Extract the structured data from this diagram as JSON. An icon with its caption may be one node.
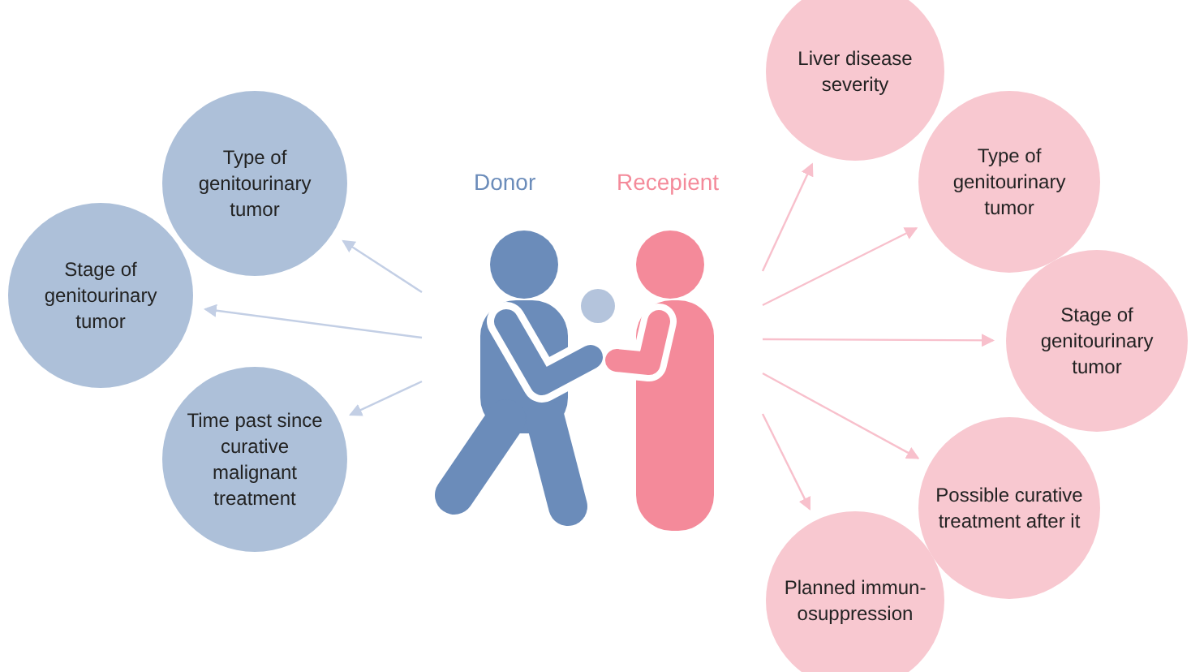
{
  "diagram": {
    "nodes": [
      {
        "text": [
          "Donor"
        ]
      },
      {
        "text": [
          "Recepient"
        ]
      },
      {
        "text": [
          "Type of genitourinary tumor"
        ]
      },
      {
        "text": [
          "Stage of genitourinary tumor"
        ]
      },
      {
        "text": [
          "Time past since curative malignant treatment"
        ]
      },
      {
        "text": [
          "Liver disease severity"
        ]
      },
      {
        "text": [
          "Type of genitourinary tumor"
        ]
      },
      {
        "text": [
          "Stage of genitourinary tumor"
        ]
      },
      {
        "text": [
          "Possible curative treatment after it"
        ]
      },
      {
        "text": [
          "Planned immun-osuppression"
        ]
      }
    ],
    "edges": [
      {
        "from": 0,
        "to": 2,
        "arrow": "to",
        "color": "#c3cfe5"
      },
      {
        "from": 0,
        "to": 3,
        "arrow": "to",
        "color": "#c3cfe5"
      },
      {
        "from": 0,
        "to": 4,
        "arrow": "to",
        "color": "#c3cfe5"
      },
      {
        "from": 1,
        "to": 5,
        "arrow": "to"
      },
      {
        "from": 1,
        "to": 6,
        "arrow": "to"
      },
      {
        "from": 1,
        "to": 7,
        "arrow": "to"
      },
      {
        "from": 1,
        "to": 8,
        "arrow": "to"
      },
      {
        "from": 1,
        "to": 9,
        "arrow": "to"
      }
    ]
  }
}
